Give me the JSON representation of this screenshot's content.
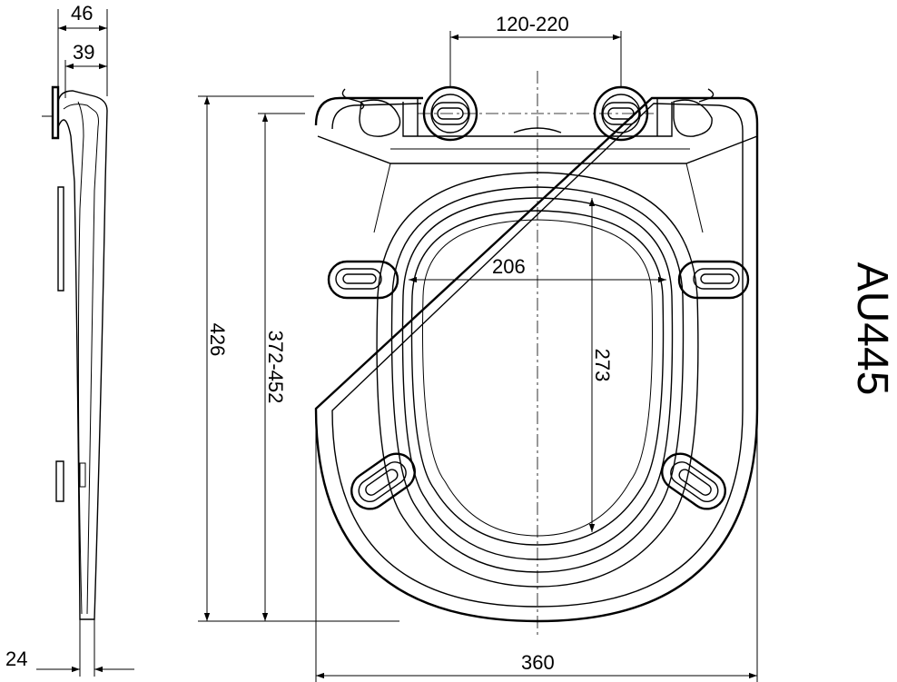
{
  "model": "AU445",
  "dimensions": {
    "side_top_width": "46",
    "side_inner_width": "39",
    "side_thickness": "24",
    "hinge_spacing": "120-220",
    "overall_length": "426",
    "fixing_length": "372-452",
    "opening_width": "206",
    "opening_length": "273",
    "overall_width": "360"
  }
}
